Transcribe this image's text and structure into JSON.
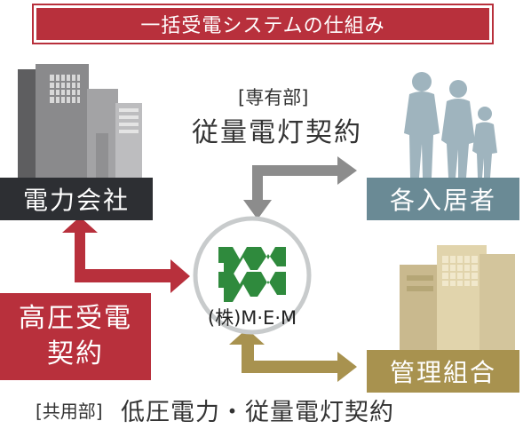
{
  "title": "一括受電システムの仕組み",
  "top_contract": {
    "bracket_label": "[専有部]",
    "contract": "従量電灯契約"
  },
  "power_company": {
    "label": "電力会社"
  },
  "residents": {
    "label": "各入居者"
  },
  "high_voltage": {
    "line1": "高圧受電",
    "line2": "契約"
  },
  "center": {
    "company": "(株)M·E·M"
  },
  "management": {
    "label": "管理組合"
  },
  "bottom_contract": {
    "bracket_label": "[共用部]",
    "contract": "低圧電力・従量電灯契約"
  },
  "colors": {
    "crimson": "#b8303c",
    "dark": "#2d2f33",
    "slate": "#6a8a95",
    "gold": "#a8924f",
    "gray_arrow": "#8c8c8c",
    "logo_green": "#2f8a3d"
  }
}
